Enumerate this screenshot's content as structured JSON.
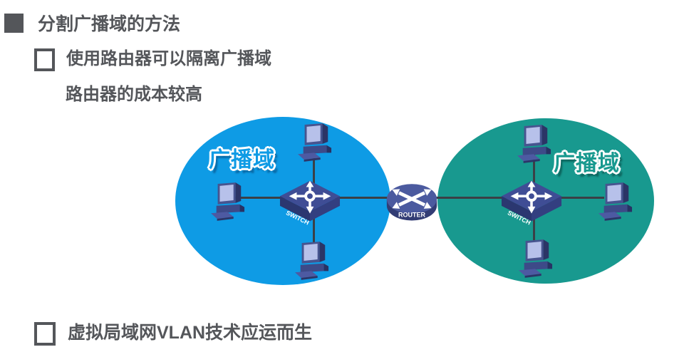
{
  "slide": {
    "title": "分割广播域的方法",
    "bullet_router_isolation": "使用路由器可以隔离广播域",
    "bullet_router_cost": "路由器的成本较高",
    "bullet_vlan": "虚拟局域网VLAN技术应运而生"
  },
  "diagram": {
    "left_domain_label": "广播域",
    "right_domain_label": "广播域",
    "switch_label": "SWITCH",
    "router_label": "ROUTER",
    "colors": {
      "left_domain_fill": "#0e9be5",
      "right_domain_fill": "#18998f",
      "link_line": "#3b4046",
      "device_navy": "#47548f",
      "device_screen": "#b7c1ea",
      "bullet_text_gray": "#54565a"
    }
  },
  "icons": {
    "level1_bullet": "filled-square-bullet",
    "level2_bullet": "hollow-square-bullet",
    "computer": "desktop-computer-icon",
    "switch": "network-switch-icon",
    "router": "router-icon"
  }
}
